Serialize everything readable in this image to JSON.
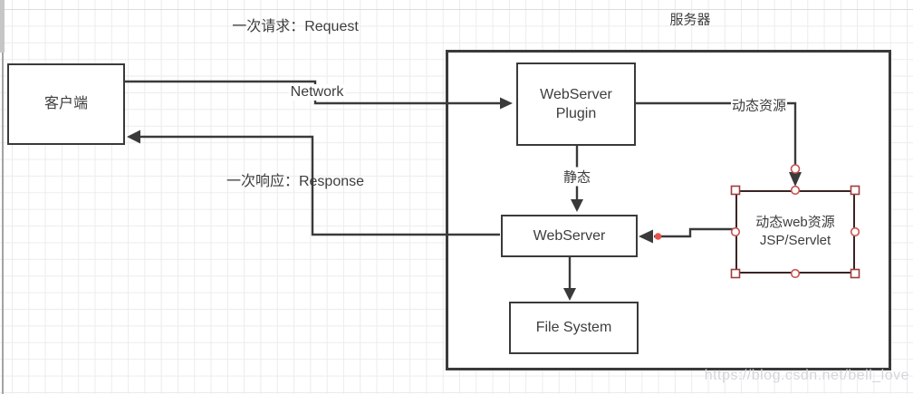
{
  "labels": {
    "request": "一次请求：Request",
    "response": "一次响应：Response",
    "network": "Network",
    "server_container": "服务器",
    "static_flow": "静态",
    "dynamic_resource": "动态资源"
  },
  "nodes": {
    "client": {
      "label": "客户端"
    },
    "webserver_plugin": {
      "line1": "WebServer",
      "line2": "Plugin"
    },
    "webserver": {
      "label": "WebServer"
    },
    "file_system": {
      "label": "File System"
    },
    "dynamic_web": {
      "line1": "动态web资源",
      "line2": "JSP/Servlet"
    }
  },
  "watermark": {
    "text": "https://blog.csdn.net/bell_love"
  },
  "colors": {
    "line": "#3a3a3a",
    "selection_handle": "#a03c3c",
    "selection_circle": "#c8524e",
    "red_dot": "#e8524a",
    "grid": "#ececec"
  }
}
